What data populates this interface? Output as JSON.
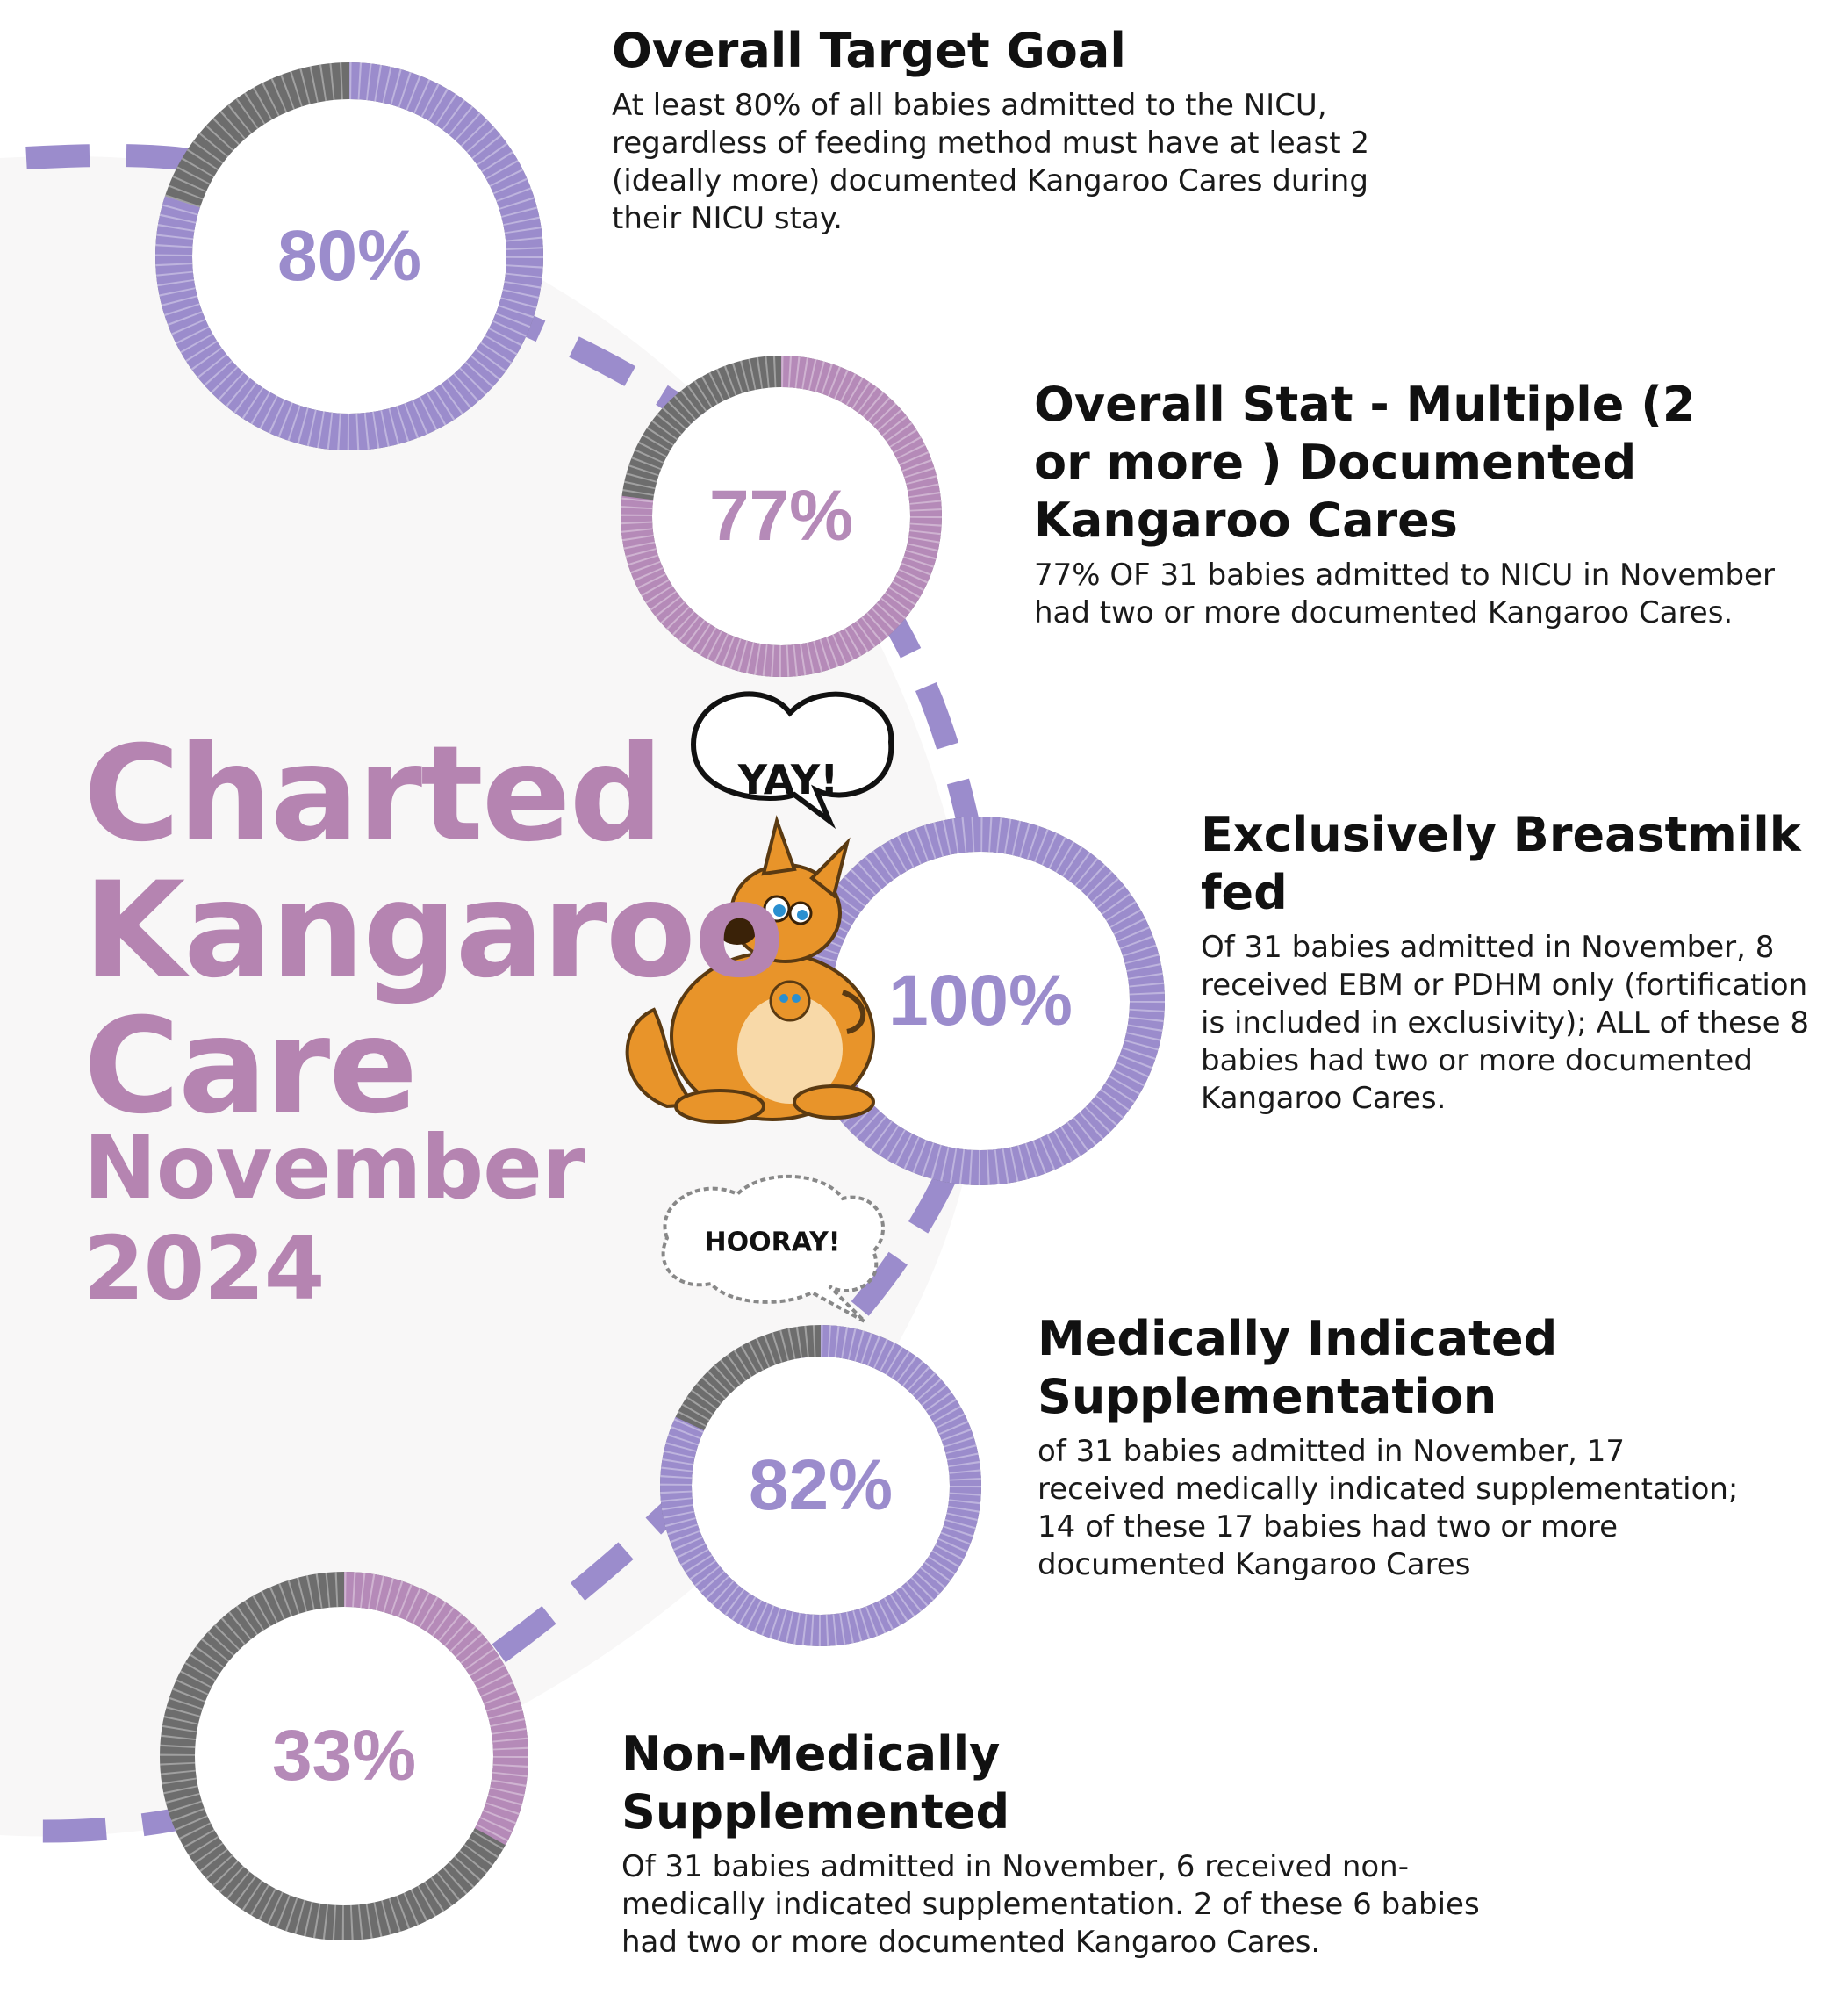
{
  "title": {
    "line1": "Charted",
    "line2": "Kangaroo",
    "line3": "Care",
    "line4": "November",
    "line5": "2024"
  },
  "bubbles": {
    "yay": "YAY!",
    "hooray": "HOORAY!"
  },
  "stats": [
    {
      "percent_label": "80%",
      "percent": 80,
      "color": "#9b8ccc",
      "heading": "Overall Target Goal",
      "body": "At least 80% of all babies admitted to the NICU, regardless of feeding method must have at least 2 (ideally more) documented Kangaroo Cares during their NICU stay."
    },
    {
      "percent_label": "77%",
      "percent": 77,
      "color": "#b58ab8",
      "heading": "Overall Stat - Multiple (2 or more ) Documented Kangaroo Cares",
      "body": "77% OF 31 babies admitted to NICU in November had two or more documented Kangaroo Cares."
    },
    {
      "percent_label": "100%",
      "percent": 100,
      "color": "#9b8ccc",
      "heading": "Exclusively Breastmilk fed",
      "body": "Of 31 babies admitted in November, 8 received EBM or PDHM only (fortification is included in exclusivity); ALL of these 8 babies had two or more documented Kangaroo Cares."
    },
    {
      "percent_label": "82%",
      "percent": 82,
      "color": "#9b8ccc",
      "heading": "Medically Indicated Supplementation",
      "body": "of 31 babies admitted in November, 17 received medically indicated supplementation; 14 of these 17 babies had two or more documented Kangaroo Cares"
    },
    {
      "percent_label": "33%",
      "percent": 33,
      "color": "#b58ab8",
      "heading": "Non-Medically Supplemented",
      "body": "Of 31 babies admitted in November, 6 received non-medically indicated supplementation. 2 of these 6 babies had two or more documented Kangaroo Cares."
    }
  ],
  "colors": {
    "title": "#b584b1",
    "path": "#9b8ccc",
    "ring_remainder": "#6d6d6d",
    "background_panel": "#f8f7f7"
  },
  "icons": {
    "mascot": "kangaroo-with-joey-icon"
  }
}
